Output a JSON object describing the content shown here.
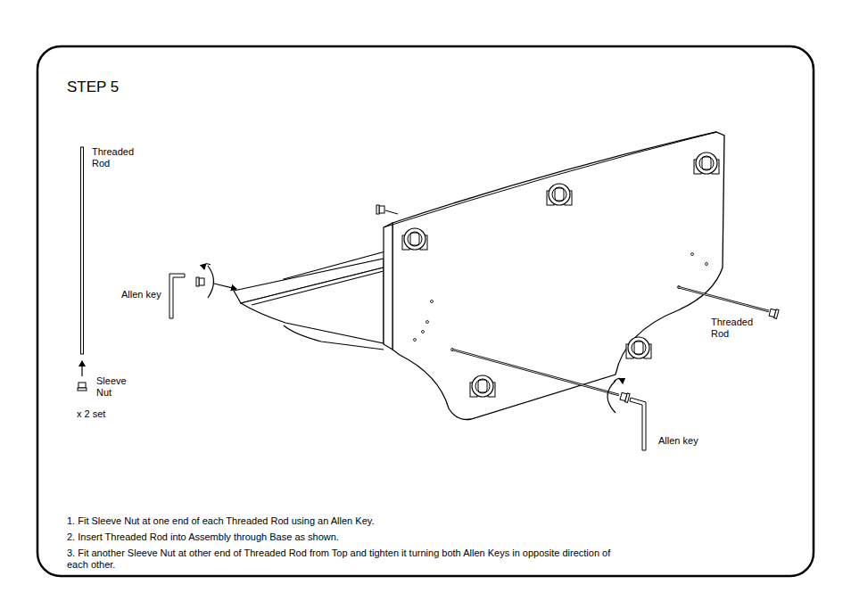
{
  "diagram": {
    "title": "STEP 5",
    "labels": [
      "Threaded Rod",
      "Allen key",
      "Sleeve Nut",
      "x 2 set",
      "Threaded Rod",
      "Allen key",
      "1. Fit Sleeve Nut at one end of each Threaded Rod using an Allen Key.",
      "2. Insert Threaded Rod into Assembly through Base as shown.",
      "3. Fit another Sleeve Nut at other end of Threaded Rod from Top and tighten it turning both Allen Keys in opposite direction of each other."
    ]
  }
}
